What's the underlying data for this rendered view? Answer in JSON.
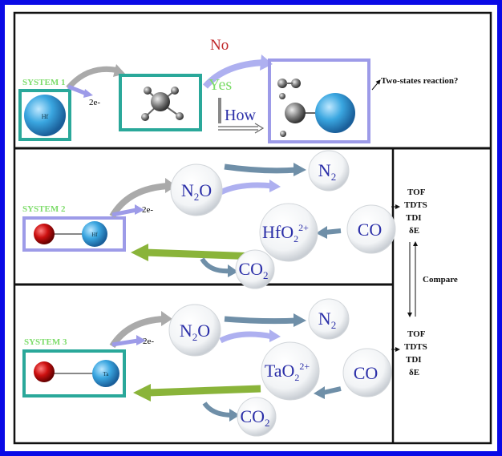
{
  "colors": {
    "frame": "#0a0ae6",
    "teal": "#2aa89a",
    "lavender": "#9d9be8",
    "hf": "#3aa6e0",
    "oxygen": "#cc1010",
    "green_arrow": "#8ab43a"
  },
  "system1": {
    "label": "SYSTEM 1",
    "electrons": "2e-",
    "metal": "Hf",
    "no": "No",
    "yes": "Yes",
    "how": "How",
    "question": "Two-states reaction?"
  },
  "system2": {
    "label": "SYSTEM 2",
    "electrons": "2e-",
    "metal": "Hf",
    "n2o": {
      "base": "N",
      "sub": "2",
      "rest": "O"
    },
    "n2": {
      "base": "N",
      "sub": "2"
    },
    "oxide": {
      "base": "HfO",
      "sub": "2",
      "sup": "2+"
    },
    "co": "CO",
    "co2": {
      "base": "CO",
      "sub": "2"
    }
  },
  "system3": {
    "label": "SYSTEM 3",
    "electrons": "2e-",
    "metal": "Ta",
    "n2o": {
      "base": "N",
      "sub": "2",
      "rest": "O"
    },
    "n2": {
      "base": "N",
      "sub": "2"
    },
    "oxide": {
      "base": "TaO",
      "sub": "2",
      "sup": "2+"
    },
    "co": "CO",
    "co2": {
      "base": "CO",
      "sub": "2"
    }
  },
  "side": {
    "metrics_top": [
      "TOF",
      "TDTS",
      "TDI",
      "δE"
    ],
    "compare": "Compare",
    "metrics_bottom": [
      "TOF",
      "TDTS",
      "TDI",
      "δE"
    ]
  }
}
